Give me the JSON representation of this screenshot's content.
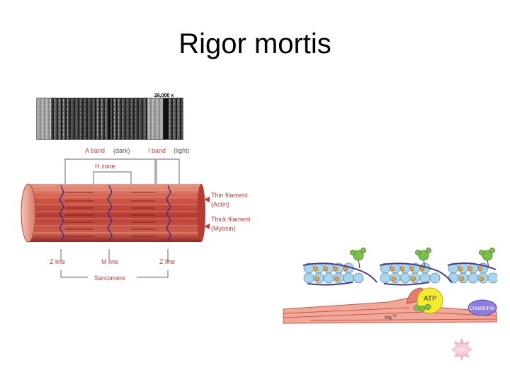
{
  "slide": {
    "title": "Rigor mortis"
  },
  "sarcomere_diagram": {
    "magnification": "26,000 x",
    "a_band": "A band",
    "a_band_note": "(dark)",
    "i_band": "I band",
    "i_band_note": "(light)",
    "h_zone": "H zone",
    "thin_filament": "Thin filament",
    "thin_filament_protein": "(Actin)",
    "thick_filament": "Thick filament",
    "thick_filament_protein": "(Myosin)",
    "z_line_left": "Z line",
    "m_line": "M line",
    "z_line_right": "Z line",
    "sarcomere": "Sarcomere"
  },
  "contraction_diagram": {
    "atp": "ATP",
    "mg": "Mg",
    "mg_charge": "2+",
    "creatinine": "Creatinine",
    "cpk": "CPK"
  },
  "colors": {
    "muscle_red": "#c8463c",
    "muscle_light": "#f0a08c",
    "actin_blue": "#a8d4ec",
    "tropomyosin_orange": "#e8a040",
    "troponin_green": "#7cc04c",
    "atp_yellow": "#f4ec2c",
    "creatinine_purple": "#8c7ce0",
    "cpk_pink": "#f0b8c8"
  }
}
